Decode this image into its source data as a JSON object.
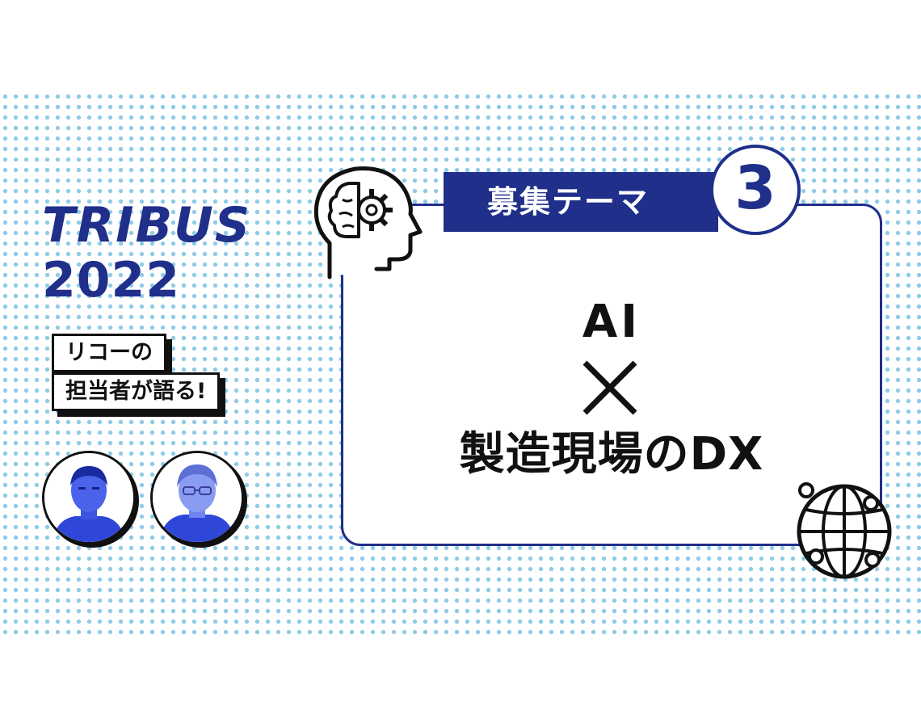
{
  "logo": {
    "line1": "TRIBUS",
    "line2": "2022"
  },
  "tagline": {
    "line1": "リコーの",
    "line2": "担当者が語る!"
  },
  "theme": {
    "header": "募集テーマ",
    "number": "3",
    "line1": "AI",
    "line3": "製造現場のDX"
  },
  "icons": [
    "brain-gear-icon",
    "cross-icon",
    "globe-network-icon"
  ],
  "colors": {
    "navy": "#1f2f8a",
    "dot": "#8ecbe8",
    "ink": "#111111",
    "photo": "#2f47d8"
  }
}
